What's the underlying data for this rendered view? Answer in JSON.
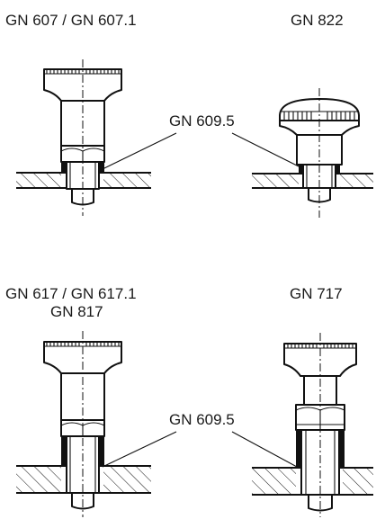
{
  "diagram": {
    "top_left_title": "GN 607 / GN 607.1",
    "top_right_title": "GN 822",
    "bottom_left_title_line1": "GN 617 / GN 617.1",
    "bottom_left_title_line2": "GN 817",
    "bottom_right_title": "GN 717",
    "callout_top": "GN 609.5",
    "callout_bottom": "GN 609.5"
  }
}
